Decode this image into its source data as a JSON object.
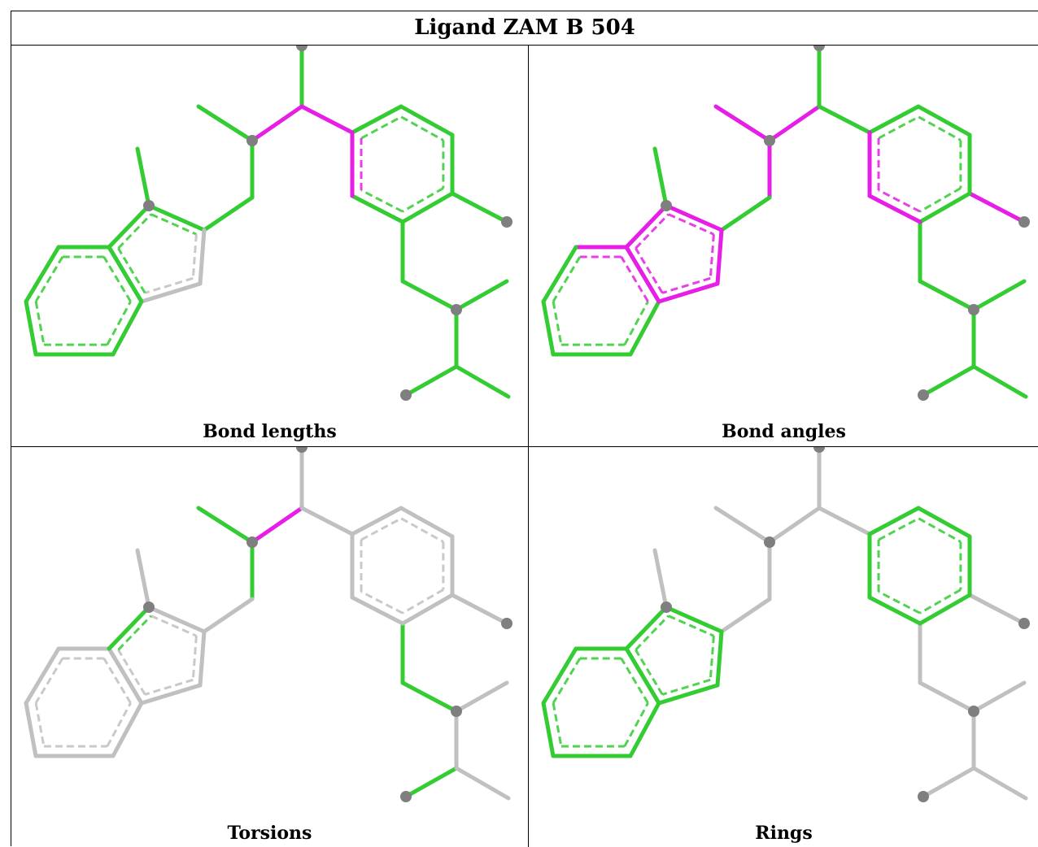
{
  "title": "Ligand ZAM B 504",
  "colors": {
    "good": "#33cc33",
    "outlier": "#e61ee6",
    "neutral": "#c0c0c0",
    "atom": "#7f7f7f"
  },
  "panels": [
    {
      "caption": "Bond lengths",
      "default": "good",
      "overrides": {
        "b2": "outlier",
        "b4": "outlier",
        "r2_5": "outlier",
        "r1_1": "neutral",
        "r1_2": "neutral"
      }
    },
    {
      "caption": "Bond angles",
      "default": "good",
      "overrides": {
        "b2": "outlier",
        "b3": "outlier",
        "b6": "outlier",
        "b10": "outlier",
        "r1_0": "outlier",
        "r1_1": "outlier",
        "r1_2": "outlier",
        "r1_3": "outlier",
        "r1_4": "outlier",
        "r0_0": "outlier",
        "r0_5": "outlier",
        "r2_4": "outlier",
        "r2_5": "outlier"
      }
    },
    {
      "caption": "Torsions",
      "default": "neutral",
      "overrides": {
        "b2": "outlier",
        "b3": "good",
        "b6": "good",
        "r1_4": "good",
        "b11": "good",
        "b12": "good",
        "b15": "good"
      }
    },
    {
      "caption": "Rings",
      "default": "neutral",
      "overrides": {
        "r0_0": "good",
        "r0_1": "good",
        "r0_2": "good",
        "r0_3": "good",
        "r0_4": "good",
        "r0_5": "good",
        "r1_0": "good",
        "r1_1": "good",
        "r1_2": "good",
        "r1_3": "good",
        "r1_4": "good",
        "r2_0": "good",
        "r2_1": "good",
        "r2_2": "good",
        "r2_3": "good",
        "r2_4": "good",
        "r2_5": "good"
      }
    }
  ]
}
